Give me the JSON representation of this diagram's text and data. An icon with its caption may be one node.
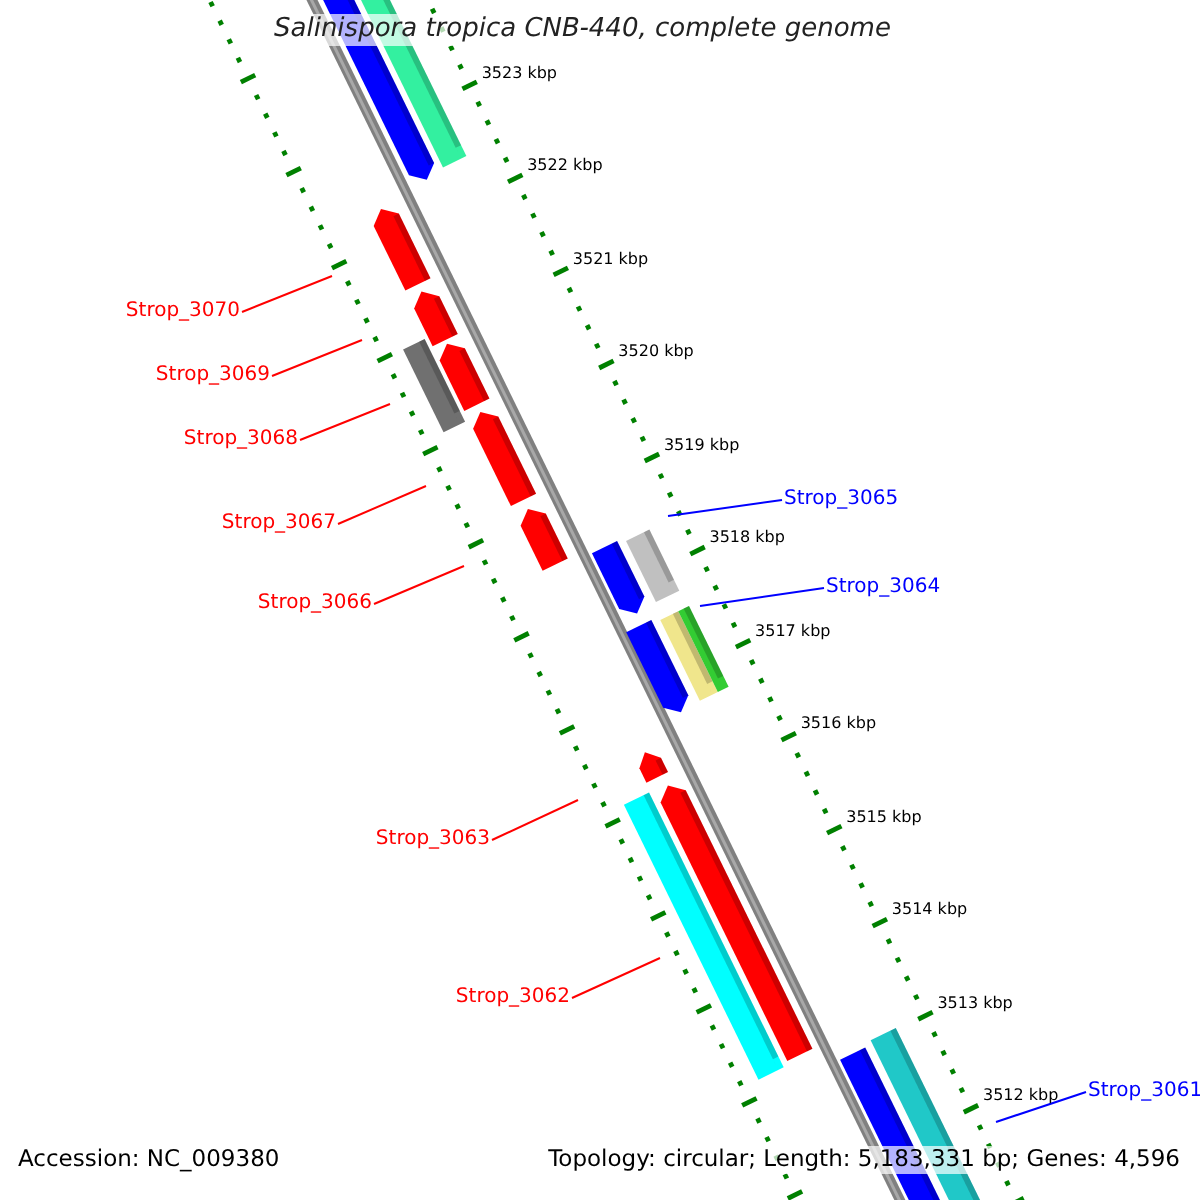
{
  "diagram": {
    "title": "Salinispora tropica CNB-440, complete genome",
    "nodes": [
      {
        "text": [
          "Strop_3070"
        ]
      },
      {
        "text": [
          "Strop_3069"
        ]
      },
      {
        "text": [
          "Strop_3068"
        ]
      },
      {
        "text": [
          "Strop_3067"
        ]
      },
      {
        "text": [
          "Strop_3066"
        ]
      },
      {
        "text": [
          "Strop_3065"
        ]
      },
      {
        "text": [
          "Strop_3064"
        ]
      },
      {
        "text": [
          "Strop_3063"
        ]
      },
      {
        "text": [
          "Strop_3062"
        ]
      },
      {
        "text": [
          "Strop_3061"
        ]
      }
    ],
    "edges": [
      {
        "from": 0,
        "to": null,
        "arrow": "none"
      },
      {
        "from": 1,
        "to": null,
        "arrow": "none"
      },
      {
        "from": 2,
        "to": null,
        "arrow": "none"
      },
      {
        "from": 3,
        "to": null,
        "arrow": "none"
      },
      {
        "from": 4,
        "to": null,
        "arrow": "none"
      },
      {
        "from": 5,
        "to": null,
        "arrow": "none",
        "color": "#0000ff"
      },
      {
        "from": 6,
        "to": null,
        "arrow": "none",
        "color": "#0000ff"
      },
      {
        "from": 7,
        "to": null,
        "arrow": "none"
      },
      {
        "from": 8,
        "to": null,
        "arrow": "none"
      },
      {
        "from": 9,
        "to": null,
        "arrow": "none",
        "color": "#0000ff"
      }
    ],
    "labels": [
      "3523 kbp",
      "3522 kbp",
      "3521 kbp",
      "3520 kbp",
      "3519 kbp",
      "3518 kbp",
      "3517 kbp",
      "3516 kbp",
      "3515 kbp",
      "3514 kbp",
      "3513 kbp",
      "3512 kbp",
      "Accession: NC_009380",
      "Topology: circular; Length: 5,183,331 bp; Genes: 4,596"
    ]
  }
}
